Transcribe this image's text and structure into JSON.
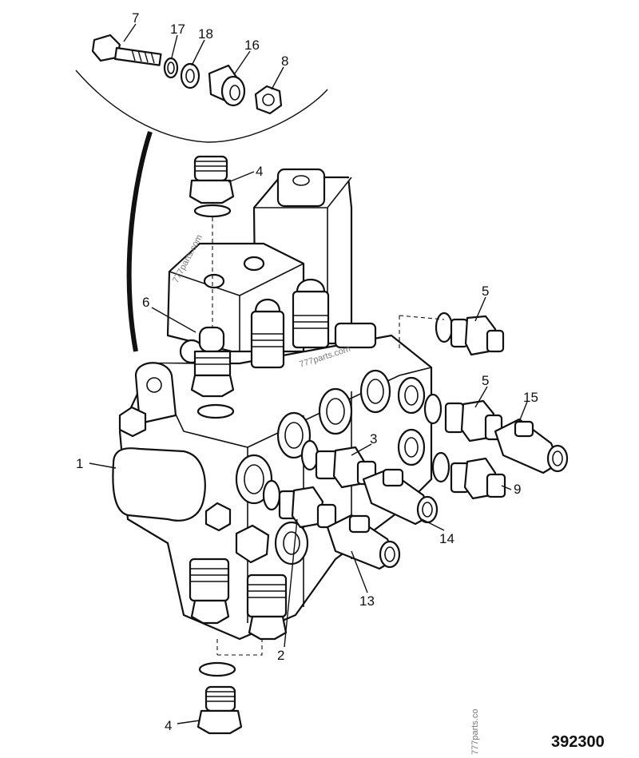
{
  "drawing_number": "392300",
  "watermarks": [
    "777parts.com",
    "777parts.com",
    "777parts.co"
  ],
  "callouts": [
    "7",
    "17",
    "18",
    "16",
    "8",
    "4",
    "6",
    "5",
    "5",
    "15",
    "3",
    "9",
    "14",
    "13",
    "2",
    "1",
    "4"
  ]
}
